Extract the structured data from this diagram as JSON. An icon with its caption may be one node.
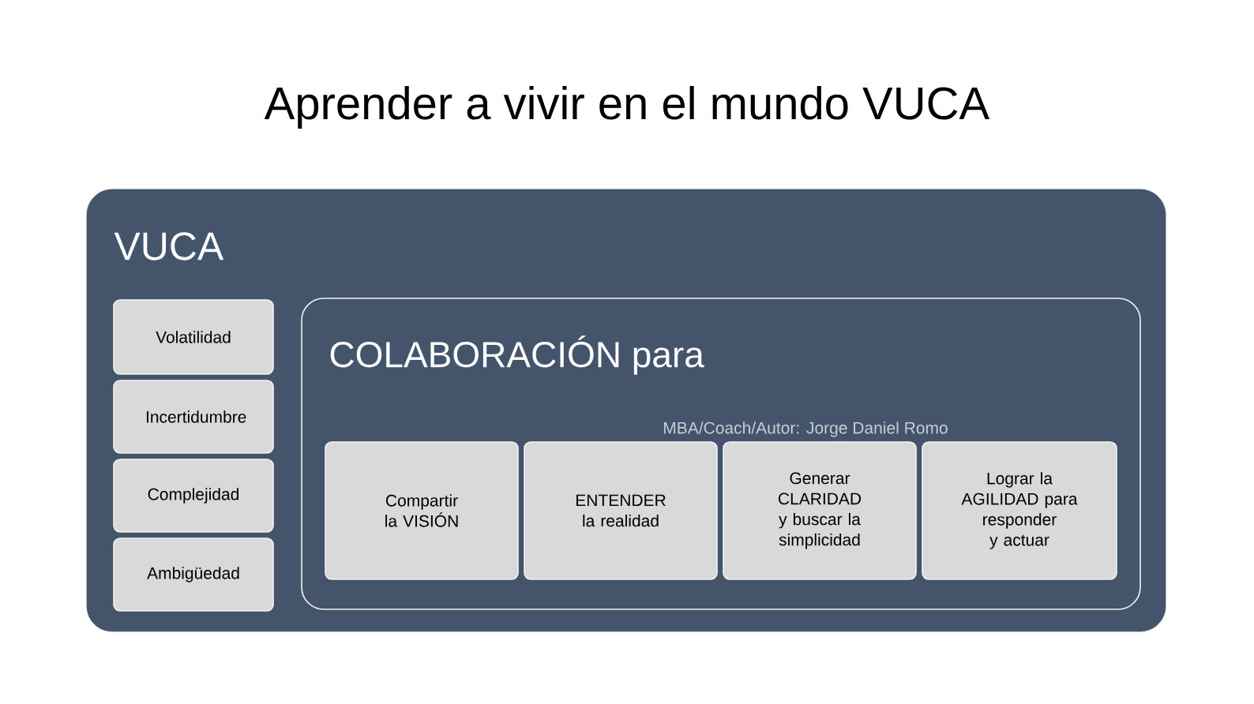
{
  "diagram": {
    "title": "Aprender a vivir en el mundo VUCA",
    "nodes": [
      {
        "text": [
          "VUCA"
        ]
      },
      {
        "text": [
          "Volatilidad"
        ],
        "in": 0
      },
      {
        "text": [
          "Incertidumbre"
        ],
        "in": 0
      },
      {
        "text": [
          "Complejidad"
        ],
        "in": 0
      },
      {
        "text": [
          "Ambigüedad"
        ],
        "in": 0
      },
      {
        "text": [
          "COLABORACIÓN para"
        ],
        "in": 0
      },
      {
        "text": [
          "Compartir la VISIÓN"
        ],
        "in": 5
      },
      {
        "text": [
          "ENTENDER la realidad"
        ],
        "in": 5
      },
      {
        "text": [
          "Generar CLARIDAD y buscar la simplicidad"
        ],
        "in": 5
      },
      {
        "text": [
          "Lograr la AGILIDAD para responder y actuar"
        ],
        "in": 5
      }
    ],
    "edges": [],
    "labels": [
      "MBA/Coach/Autor: Jorge Daniel Romo"
    ]
  }
}
